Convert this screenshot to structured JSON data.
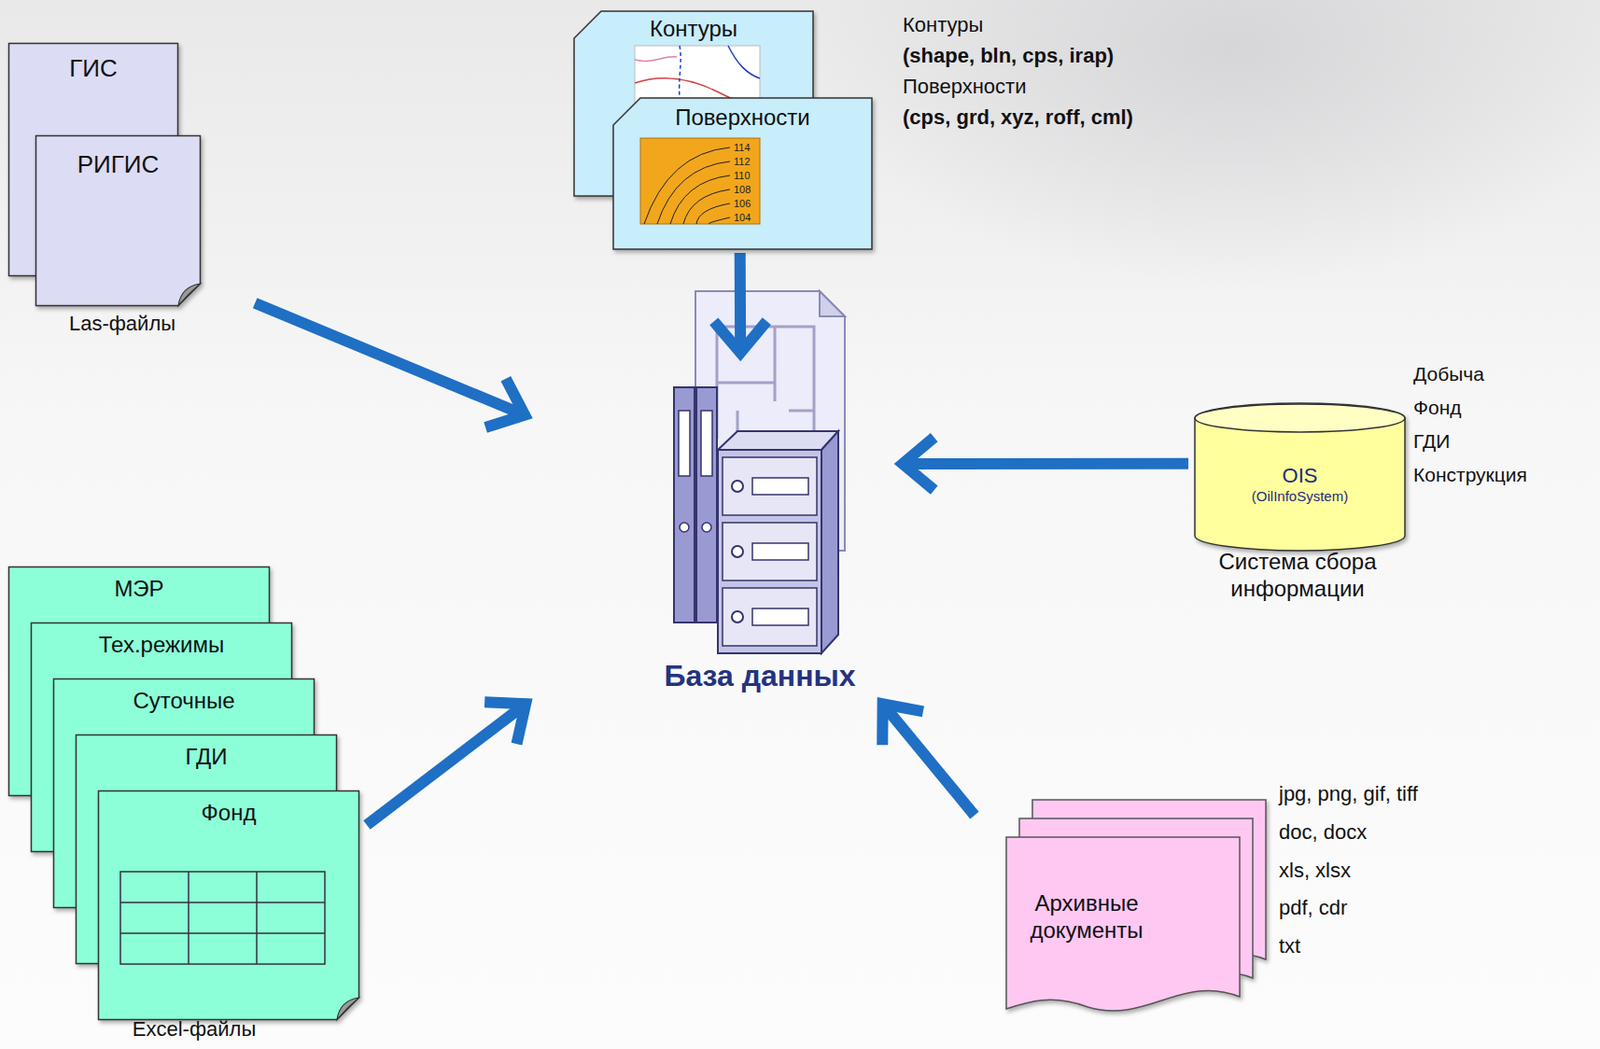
{
  "diagram": {
    "nodes": [
      {
        "text": [
          "ГИС"
        ]
      },
      {
        "text": [
          "РИГИС"
        ]
      },
      {
        "text": [
          "Контуры"
        ]
      },
      {
        "text": [
          "Поверхности"
        ]
      },
      {
        "text": [
          "База данных"
        ]
      },
      {
        "text": [
          "OIS",
          "(OilInfoSystem)"
        ]
      },
      {
        "text": [
          "МЭР"
        ]
      },
      {
        "text": [
          "Тех.режимы"
        ]
      },
      {
        "text": [
          "Суточные"
        ]
      },
      {
        "text": [
          "ГДИ"
        ]
      },
      {
        "text": [
          "Фонд"
        ]
      },
      {
        "text": [
          "Архивные документы"
        ]
      }
    ],
    "edges": [
      {
        "from": 1,
        "to": 4,
        "arrow": "to"
      },
      {
        "from": 3,
        "to": 4,
        "arrow": "to"
      },
      {
        "from": 5,
        "to": 4,
        "arrow": "to"
      },
      {
        "from": 10,
        "to": 4,
        "arrow": "to"
      },
      {
        "from": 11,
        "to": 4,
        "arrow": "to"
      }
    ],
    "labels": [
      "Las-файлы",
      "Контуры",
      "(shape, bln, cps, irap)",
      "Поверхности",
      "(cps, grd, xyz, roff, cml)",
      "114",
      "112",
      "110",
      "108",
      "106",
      "104",
      "Добыча",
      "Фонд",
      "ГДИ",
      "Конструкция",
      "Система сбора информации",
      "Excel-файлы",
      "jpg, png, gif, tiff",
      "doc, docx",
      "xls, xlsx",
      "pdf, cdr",
      "txt"
    ]
  }
}
